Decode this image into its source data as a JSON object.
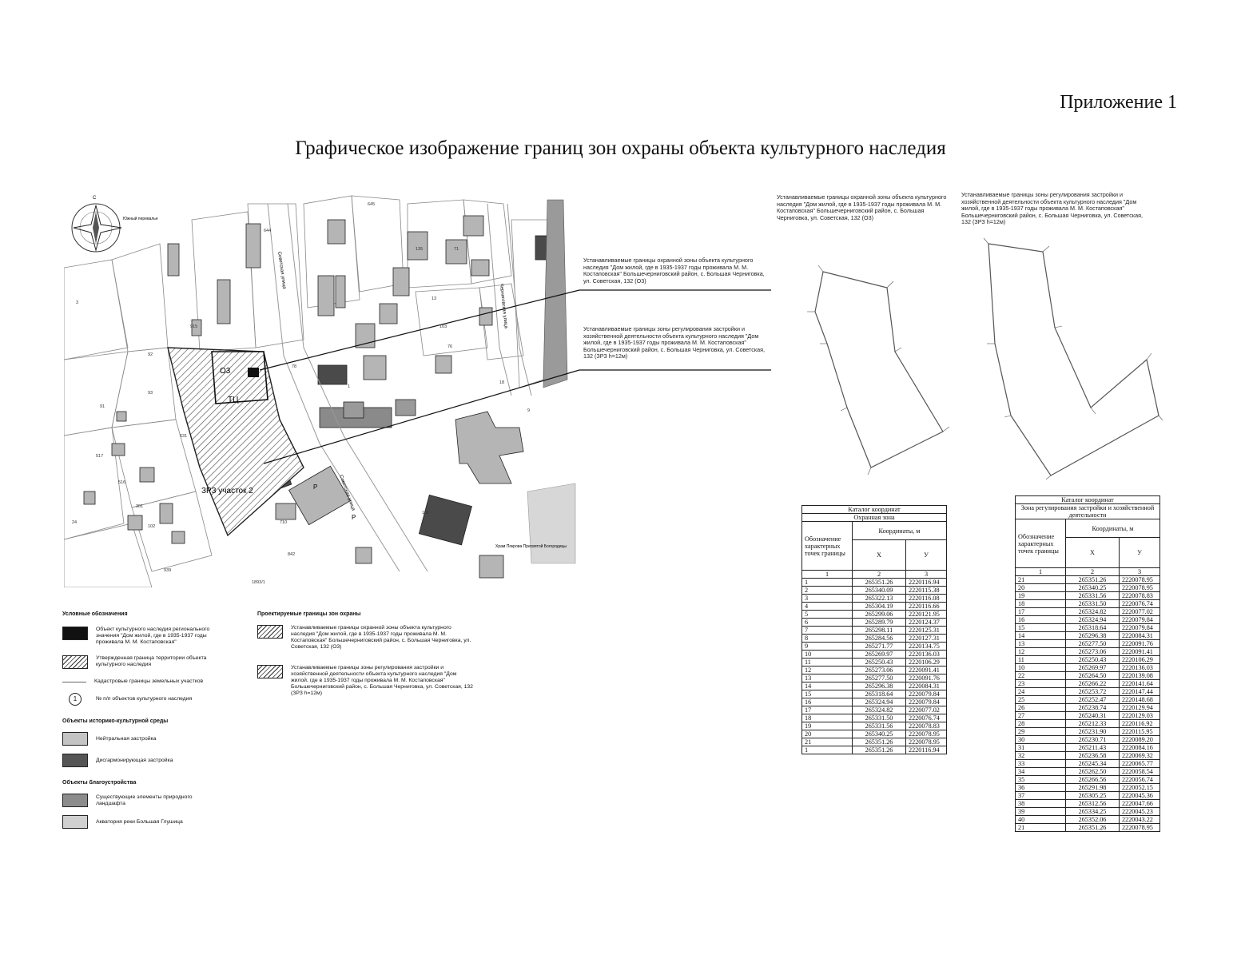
{
  "header": {
    "appendix": "Приложение 1",
    "title": "Графическое изображение границ зон охраны объекта культурного наследия"
  },
  "map_labels": {
    "north_arrow": "С",
    "compass_extra": "Южный перевалье",
    "zone_o3": "О3",
    "zone_tc": "ТЦ",
    "zone_zrz": "ЗРЗ участок 2",
    "street_sovetskaya": "Советская улица",
    "street_chernigovskaya": "Черниговская улица",
    "street_sovetskaya2": "Советская улица",
    "parking": "P",
    "church": "Храм Покрова Пресвятой Богородицы",
    "parcel_numbers": [
      "3",
      "92",
      "93",
      "91",
      "517",
      "516",
      "301",
      "102",
      "24",
      "631",
      "644",
      "915",
      "78",
      "645",
      "135",
      "71",
      "13",
      "103",
      "76",
      "1",
      "710",
      "842",
      "186",
      "1893/1",
      "939",
      "18",
      "9"
    ]
  },
  "map_callouts": {
    "callout_o3": "Устанавливаемые границы охранной зоны объекта культурного наследия \"Дом жилой, где в 1935-1937 годы проживала М. М. Костаповская\" Большечерниговский район, с. Большая Черниговка, ул. Советская, 132 (О3)",
    "callout_zrz": "Устанавливаемые границы зоны регулирования застройки и хозяйственной деятельности объекта культурного наследия \"Дом жилой, где в 1935-1937 годы проживала М. М. Костаповская\" Большечерниговский район, с. Большая Черниговка, ул. Советская, 132 (ЗРЗ h=12м)"
  },
  "schemes": {
    "o3_caption": "Устанавливаемые границы охранной зоны объекта культурного наследия \"Дом жилой, где в 1935-1937 годы проживала М. М. Костаповская\" Большечерниговский район, с. Большая Черниговка, ул. Советская, 132 (О3)",
    "zrz_caption": "Устанавливаемые границы зоны регулирования застройки и хозяйственной деятельности объекта культурного наследия \"Дом жилой, где в 1935-1937 годы проживала М. М. Костаповская\" Большечерниговский район, с. Большая Черниговка, ул. Советская, 132 (ЗРЗ h=12м)"
  },
  "legend": {
    "title": "Условные обозначения",
    "items": [
      "Объект культурного наследия регионального значения \"Дом жилой, где в 1935-1937 годы проживала М. М. Костаповская\"",
      "Утвержденная граница территории объекта культурного наследия",
      "Кадастровые границы земельных участков",
      "№ п/п объектов культурного наследия"
    ],
    "circle_symbol": "1",
    "env_title": "Объекты историко-культурной среды",
    "env_items": [
      "Нейтральная застройка",
      "Дисгармонирующая застройка"
    ],
    "land_title": "Объекты благоустройства",
    "land_items": [
      "Существующие элементы природного ландшафта",
      "Акватория реки Большая Глушица"
    ],
    "proj_title": "Проектируемые границы зон охраны",
    "proj_items": [
      "Устанавливаемые границы охранной зоны объекта культурного наследия \"Дом жилой, где в 1935-1937 годы проживала М. М. Костаповская\" Большечерниговский район, с. Большая Черниговка, ул. Советская, 132 (О3)",
      "Устанавливаемые границы зоны регулирования застройки и хозяйственной деятельности объекта культурного наследия \"Дом жилой, где в 1935-1937 годы проживала М. М. Костаповская\" Большечерниговский район, с. Большая Черниговка, ул. Советская, 132 (ЗРЗ h=12м)"
    ]
  },
  "table1": {
    "caption": "Каталог координат",
    "subcaption": "Охранная зона",
    "col1": "Обозначение характерных точек границы",
    "col_coords": "Координаты, м",
    "col_x": "X",
    "col_y": "У",
    "num_row": [
      "1",
      "2",
      "3"
    ],
    "rows": [
      [
        "1",
        "265351.26",
        "2220116.94"
      ],
      [
        "2",
        "265340.09",
        "2220115.38"
      ],
      [
        "3",
        "265322.13",
        "2220116.08"
      ],
      [
        "4",
        "265304.19",
        "2220116.66"
      ],
      [
        "5",
        "265299.06",
        "2220121.95"
      ],
      [
        "6",
        "265289.79",
        "2220124.37"
      ],
      [
        "7",
        "265298.11",
        "2220125.31"
      ],
      [
        "8",
        "265284.56",
        "2220127.31"
      ],
      [
        "9",
        "265271.77",
        "2220134.75"
      ],
      [
        "10",
        "265269.97",
        "2220136.03"
      ],
      [
        "11",
        "265250.43",
        "2220106.29"
      ],
      [
        "12",
        "265273.06",
        "2220091.41"
      ],
      [
        "13",
        "265277.50",
        "2220091.76"
      ],
      [
        "14",
        "265296.38",
        "2220084.31"
      ],
      [
        "15",
        "265318.64",
        "2220079.84"
      ],
      [
        "16",
        "265324.94",
        "2220079.84"
      ],
      [
        "17",
        "265324.82",
        "2220077.02"
      ],
      [
        "18",
        "265331.50",
        "2220076.74"
      ],
      [
        "19",
        "265331.56",
        "2220078.83"
      ],
      [
        "20",
        "265340.25",
        "2220078.95"
      ],
      [
        "21",
        "265351.26",
        "2220078.95"
      ],
      [
        "1",
        "265351.26",
        "2220116.94"
      ]
    ]
  },
  "table2": {
    "caption": "Каталог координат",
    "subcaption": "Зона регулирования застройки и хозяйственной деятельности",
    "col1": "Обозначение характерных точек границы",
    "col_coords": "Координаты, м",
    "col_x": "X",
    "col_y": "У",
    "num_row": [
      "1",
      "2",
      "3"
    ],
    "rows": [
      [
        "21",
        "265351.26",
        "2220078.95"
      ],
      [
        "20",
        "265340.25",
        "2220078.95"
      ],
      [
        "19",
        "265331.56",
        "2220078.83"
      ],
      [
        "18",
        "265331.50",
        "2220076.74"
      ],
      [
        "17",
        "265324.82",
        "2220077.02"
      ],
      [
        "16",
        "265324.94",
        "2220079.84"
      ],
      [
        "15",
        "265318.64",
        "2220079.84"
      ],
      [
        "14",
        "265296.38",
        "2220084.31"
      ],
      [
        "13",
        "265277.50",
        "2220091.76"
      ],
      [
        "12",
        "265273.06",
        "2220091.41"
      ],
      [
        "11",
        "265250.43",
        "2220106.29"
      ],
      [
        "10",
        "265269.97",
        "2220136.03"
      ],
      [
        "22",
        "265264.50",
        "2220139.08"
      ],
      [
        "23",
        "265266.22",
        "2220141.64"
      ],
      [
        "24",
        "265253.72",
        "2220147.44"
      ],
      [
        "25",
        "265252.47",
        "2220148.68"
      ],
      [
        "26",
        "265238.74",
        "2220129.94"
      ],
      [
        "27",
        "265240.31",
        "2220129.03"
      ],
      [
        "28",
        "265212.33",
        "2220116.92"
      ],
      [
        "29",
        "265231.90",
        "2220115.95"
      ],
      [
        "30",
        "265230.71",
        "2220089.20"
      ],
      [
        "31",
        "265211.43",
        "2220084.16"
      ],
      [
        "32",
        "265236.58",
        "2220069.32"
      ],
      [
        "33",
        "265245.34",
        "2220065.77"
      ],
      [
        "34",
        "265262.50",
        "2220058.54"
      ],
      [
        "35",
        "265266.56",
        "2220056.74"
      ],
      [
        "36",
        "265291.98",
        "2220052.15"
      ],
      [
        "37",
        "265305.25",
        "2220045.36"
      ],
      [
        "38",
        "265312.56",
        "2220047.66"
      ],
      [
        "39",
        "265334.25",
        "2220045.23"
      ],
      [
        "40",
        "265352.06",
        "2220043.22"
      ],
      [
        "21",
        "265351.26",
        "2220078.95"
      ]
    ]
  }
}
